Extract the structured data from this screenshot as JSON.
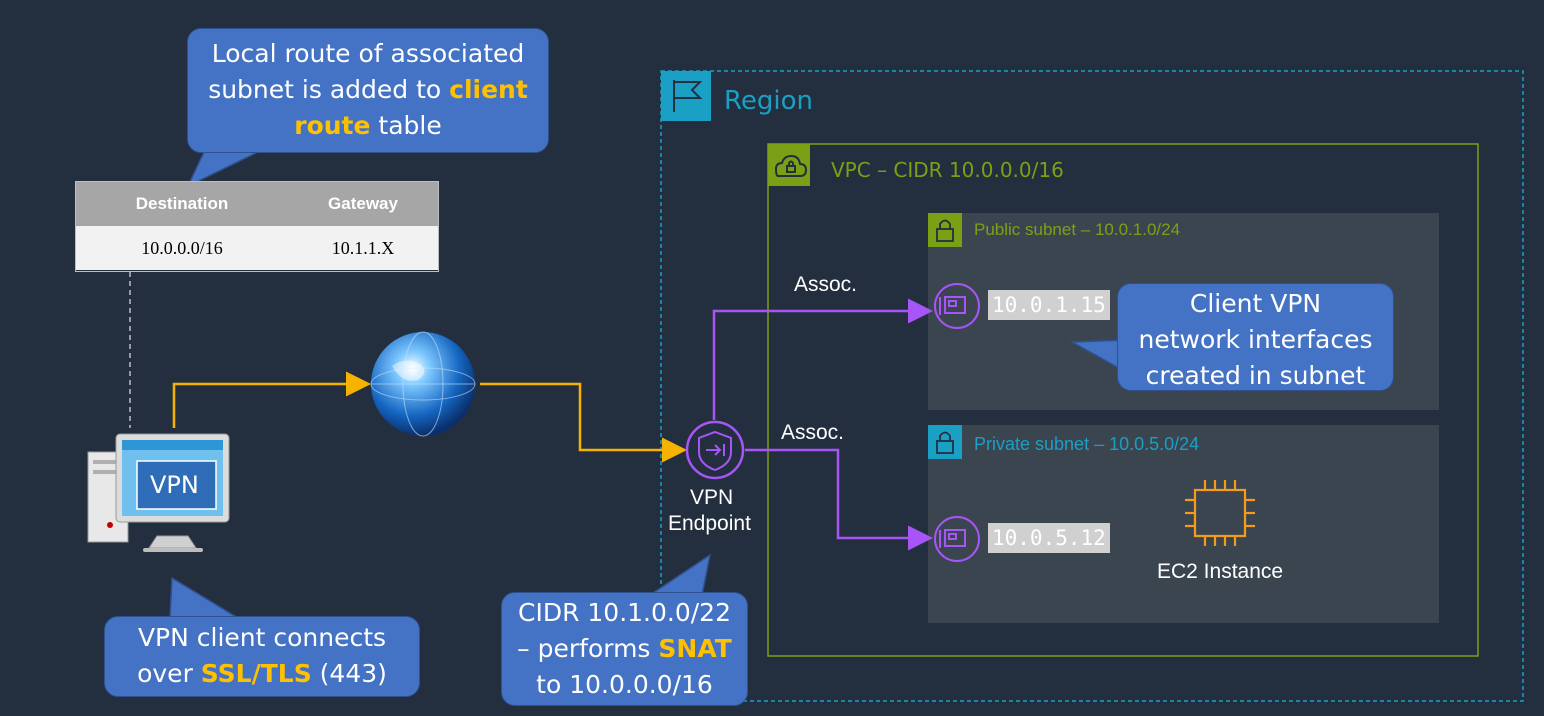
{
  "region": {
    "label": "Region"
  },
  "vpc": {
    "label": "VPC – CIDR 10.0.0.0/16"
  },
  "public_subnet": {
    "label": "Public subnet – 10.0.1.0/24",
    "eni_ip": "10.0.1.15"
  },
  "private_subnet": {
    "label": "Private subnet – 10.0.5.0/24",
    "eni_ip": "10.0.5.12"
  },
  "ec2": {
    "label": "EC2 Instance"
  },
  "vpn_endpoint": {
    "line1": "VPN",
    "line2": "Endpoint"
  },
  "assoc_labels": [
    "Assoc.",
    "Assoc."
  ],
  "client": {
    "screen_label": "VPN"
  },
  "route_table": {
    "headers": [
      "Destination",
      "Gateway"
    ],
    "rows": [
      [
        "10.0.0.0/16",
        "10.1.1.X"
      ]
    ]
  },
  "callouts": {
    "route": {
      "line1": "Local route of associated",
      "line2_pre": "subnet is added to ",
      "line2_hl": "client",
      "line3_hl": "route",
      "line3_post": " table"
    },
    "eni": {
      "line1": "Client VPN",
      "line2": "network interfaces",
      "line3": "created in subnet"
    },
    "client": {
      "line1": "VPN client connects",
      "line2_pre": "over ",
      "line2_hl": "SSL/TLS",
      "line2_post": " (443)"
    },
    "cidr": {
      "line1": "CIDR 10.1.0.0/22",
      "line2_pre": "– performs ",
      "line2_hl": "SNAT",
      "line3": "to 10.0.0.0/16"
    }
  },
  "colors": {
    "background": "#232f3e",
    "region_border": "#1a9fc5",
    "vpc_border": "#7aa116",
    "public_subnet_label": "#7aa116",
    "private_subnet_label": "#1a9fc5",
    "connector_internet": "#f5b300",
    "connector_assoc": "#a855f7",
    "callout_fill": "#4472c4",
    "highlight": "#ffc000"
  }
}
